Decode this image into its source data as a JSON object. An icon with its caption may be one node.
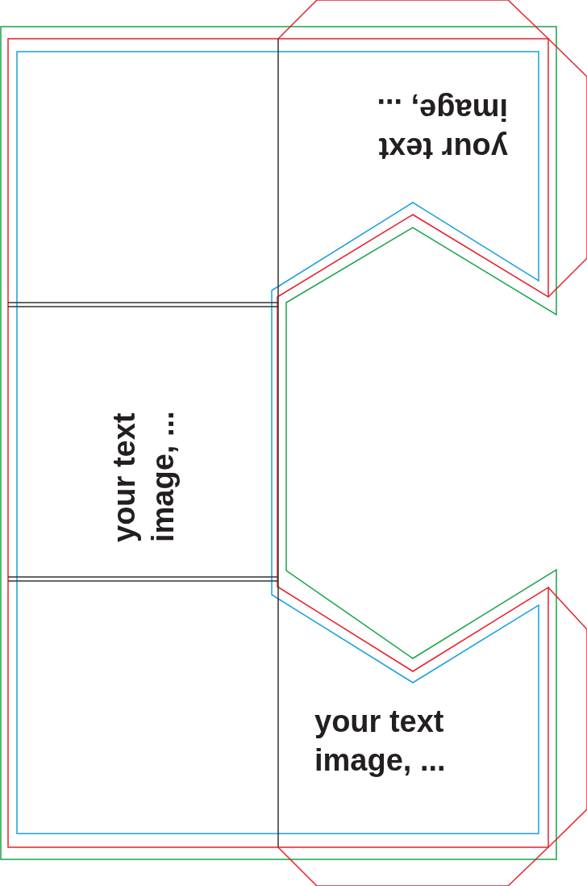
{
  "diagram": {
    "labels": [
      "your text image, ...",
      "your text image, ...",
      "your text image, ..."
    ]
  }
}
